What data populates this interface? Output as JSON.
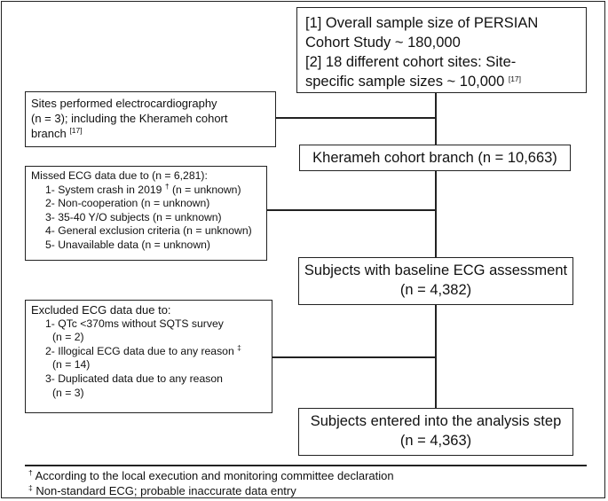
{
  "top_box": {
    "line1": "[1] Overall sample size of PERSIAN",
    "line2": "Cohort Study ~ 180,000",
    "line3": "[2] 18 different cohort sites: Site-",
    "line4": "specific sample sizes ~ 10,000",
    "ref": "[17]"
  },
  "sites_box": {
    "line1": "Sites performed electrocardiography",
    "line2": "(n = 3); including the Kherameh cohort",
    "line3": "branch",
    "ref": "[17]"
  },
  "kherameh_box": {
    "text": "Kherameh cohort branch (n = 10,663)"
  },
  "missed_box": {
    "title": "Missed ECG data due to (n = 6,281):",
    "item1_pre": "1- System crash in 2019",
    "item1_mark": "†",
    "item1_post": "(n = unknown)",
    "item2": "2- Non-cooperation (n = unknown)",
    "item3": "3- 35-40 Y/O subjects (n = unknown)",
    "item4": "4- General exclusion criteria (n = unknown)",
    "item5": "5- Unavailable data (n = unknown)"
  },
  "baseline_box": {
    "line1": "Subjects with baseline ECG assessment",
    "line2": "(n = 4,382)"
  },
  "excluded_box": {
    "title": "Excluded ECG data due to:",
    "item1": "1- QTc <370ms without SQTS survey",
    "item1_n": "(n = 2)",
    "item2_pre": "2- Illogical ECG data due to any reason",
    "item2_mark": "‡",
    "item2_n": "(n = 14)",
    "item3": "3- Duplicated data due to any reason",
    "item3_n": "(n = 3)"
  },
  "analysis_box": {
    "line1": "Subjects entered into the analysis step",
    "line2": "(n = 4,363)"
  },
  "footnotes": {
    "dagger_mark": "†",
    "dagger_text": "According to the local execution and monitoring committee declaration",
    "ddagger_mark": "‡",
    "ddagger_text": "Non-standard ECG; probable inaccurate data entry"
  }
}
